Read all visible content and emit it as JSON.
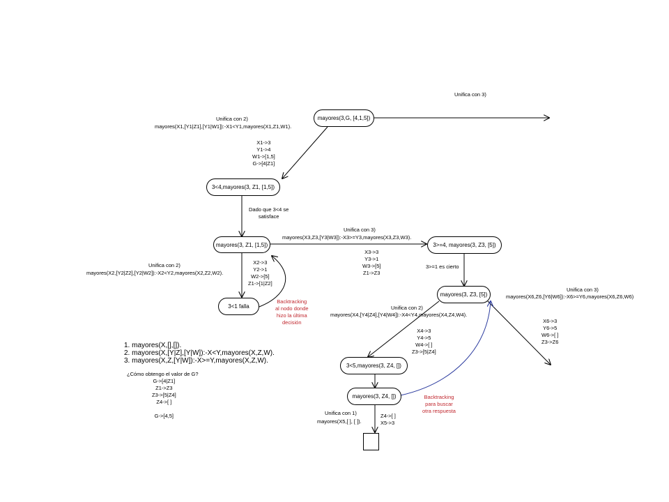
{
  "nodes": {
    "root": "mayores(3,G, [4,1,5])",
    "n2": "3<4,mayores(3, Z1, [1,5])",
    "n3": "mayores(3, Z1, [1,5])",
    "fail": "3<1 falla",
    "n5": "3>=4, mayores(3, Z3, [5])",
    "n6": "mayores(3, Z3, [5])",
    "n7": "3<5,mayores(3, Z4, [])",
    "n8": "mayores(3, Z4, [])"
  },
  "edges": {
    "root_r3": "Unifica con 3)",
    "root_r2_title": "Unifica con 2)",
    "root_r2_clause": "mayores(X1,[Y1|Z1],[Y1|W1]):-X1<Y1,mayores(X1,Z1,W1).",
    "root_r2_subs": "X1->3\nY1->4\nW1->[1,5]\nG->[4|Z1]",
    "n2_note": "Dado que 3<4 se\nsatisface",
    "n3_r3_title": "Unifica con 3)",
    "n3_r3_clause": "mayores(X3,Z3,[Y3|W3]):-X3>=Y3,mayores(X3,Z3,W3).",
    "n3_r3_subs": "X3->3\nY3->1\nW3->[5]\nZ1->Z3",
    "n3_r2_title": "Unifica con 2)",
    "n3_r2_clause": "mayores(X2,[Y2|Z2],[Y2|W2]):-X2<Y2,mayores(X2,Z2,W2).",
    "n3_r2_subs": "X2->3\nY2->1\nW2->[5]\nZ1->[1|Z2]",
    "backtrack1": "Backtracking\nal nodo donde\nhizo la última\ndecisión",
    "n5_note": "3>=1 es cierto",
    "n6_r3_title": "Unifica con 3)",
    "n6_r3_clause": "mayores(X6,Z6,[Y6|W6]):-X6>=Y6,mayores(X6,Z6,W6)",
    "n6_r3_subs": "X6->3\nY6->5\nW6->[ ]\nZ3->Z6",
    "n6_r2_title": "Unifica con 2)",
    "n6_r2_clause": "mayores(X4,[Y4|Z4],[Y4|W4]):-X4<Y4,mayores(X4,Z4,W4).",
    "n6_r2_subs": "X4->3\nY4->5\nW4->[ ]\nZ3->[5|Z4]",
    "backtrack2": "Backtracking\npara buscar\notra respuesta",
    "n8_r1_title": "Unifica con 1)",
    "n8_r1_clause": "mayores(X5,[ ], [ ]).",
    "n8_r1_subs": "Z4->[ ]\nX5->3"
  },
  "legend": {
    "rules": [
      "1. mayores(X,[],[]).",
      "2. mayores(X,[Y|Z],[Y|W]):-X<Y,mayores(X,Z,W).",
      "3. mayores(X,Z,[Y|W]):-X>=Y,mayores(X,Z,W)."
    ],
    "question": "¿Cómo obtengo el valor de G?",
    "steps": "G->[4|Z1]\nZ1->Z3\nZ3->[5|Z4]\nZ4->[ ]\n\nG->[4,5]"
  },
  "colors": {
    "line": "#000000",
    "backtrack_text": "#c0262d",
    "backtrack_arrow": "#2a3a9e"
  }
}
